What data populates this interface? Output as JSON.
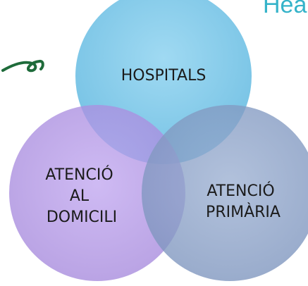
{
  "background": {
    "partial_title": "Hea",
    "partial_title_color": "#35b3c9",
    "script_fragment_color": "#1e6b3a"
  },
  "venn": {
    "circles": [
      {
        "id": "hospitals",
        "label_lines": [
          "HOSPITALS"
        ],
        "color": "#6ec3e8"
      },
      {
        "id": "atencio-al-domicili",
        "label_lines": [
          "ATENCIÓ",
          "AL",
          "DOMICILI"
        ],
        "color": "#a98ee0"
      },
      {
        "id": "atencio-primaria",
        "label_lines": [
          "ATENCIÓ",
          "PRIMÀRIA"
        ],
        "color": "#7f97c0"
      }
    ]
  }
}
